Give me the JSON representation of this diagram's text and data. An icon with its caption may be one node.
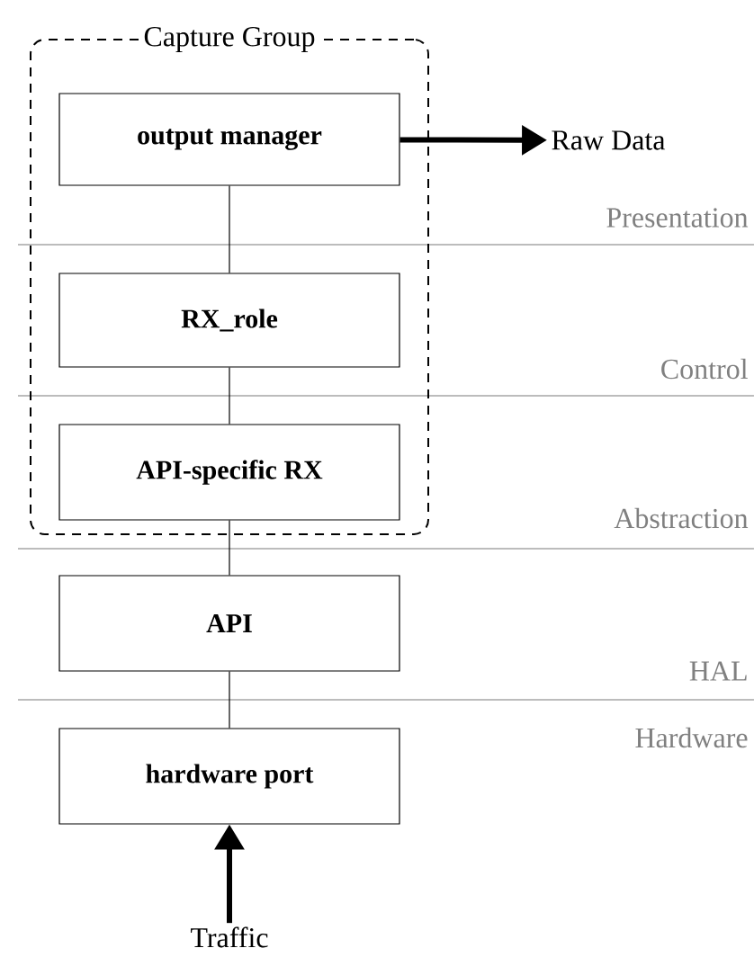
{
  "diagram": {
    "nodes": [
      {
        "text": [
          "Capture Group"
        ]
      },
      {
        "text": [
          "output manager"
        ],
        "in": 0
      },
      {
        "text": [
          "RX_role"
        ],
        "in": 0
      },
      {
        "text": [
          "API-specific RX"
        ],
        "in": 0
      },
      {
        "text": [
          "API"
        ]
      },
      {
        "text": [
          "hardware port"
        ]
      },
      {
        "text": [
          "Raw Data"
        ]
      },
      {
        "text": [
          "Traffic"
        ]
      }
    ],
    "edges": [
      {
        "from": 1,
        "to": 2,
        "arrow": "none"
      },
      {
        "from": 2,
        "to": 3,
        "arrow": "none"
      },
      {
        "from": 3,
        "to": 4,
        "arrow": "none"
      },
      {
        "from": 4,
        "to": 5,
        "arrow": "none"
      },
      {
        "from": 1,
        "to": 6,
        "arrow": "to",
        "style": "thick"
      },
      {
        "from": 7,
        "to": 5,
        "arrow": "to",
        "style": "thick"
      }
    ],
    "labels": [
      "Presentation",
      "Control",
      "Abstraction",
      "HAL",
      "Hardware"
    ]
  }
}
